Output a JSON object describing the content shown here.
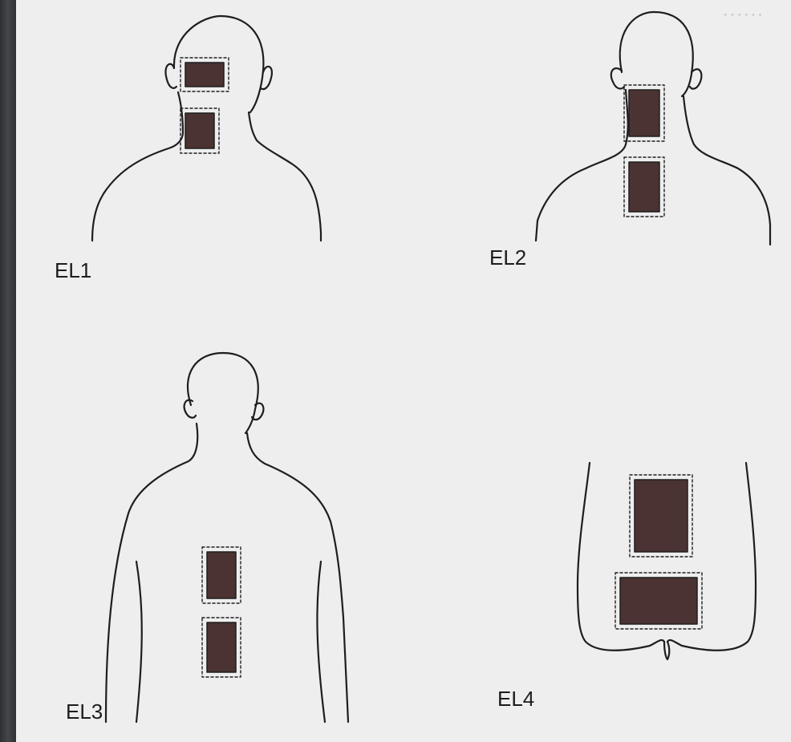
{
  "panels": [
    {
      "id": "el1",
      "label": "EL1"
    },
    {
      "id": "el2",
      "label": "EL2"
    },
    {
      "id": "el3",
      "label": "EL3"
    },
    {
      "id": "el4",
      "label": "EL4"
    }
  ],
  "colors": {
    "page": "#eeeeee",
    "outline": "#1e1e1e",
    "electrode": "#4a3332"
  }
}
